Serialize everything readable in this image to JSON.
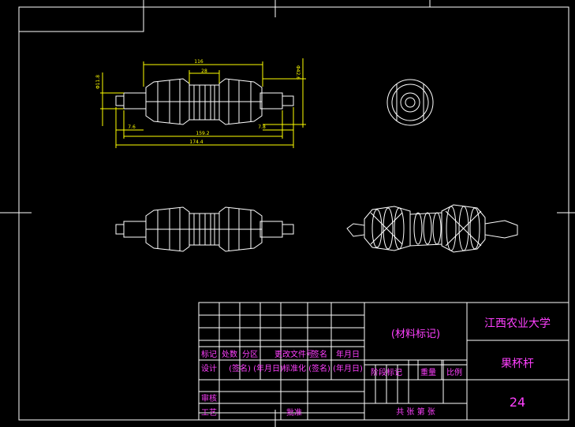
{
  "colors": {
    "background": "#000000",
    "frame": "#ffffff",
    "dimension": "#ffff00",
    "titleblock_text": "#ff40ff",
    "drawing": "#ffffff"
  },
  "dimensions": {
    "total_length": "174.4",
    "body_length": "116",
    "mid_length": "159.2",
    "center_gap": "28",
    "left_shaft": "7.6",
    "right_shaft": "7.8",
    "dia_left": "Φ11.8",
    "dia_right": "Φ42.6"
  },
  "title_block": {
    "material": "(材料标记)",
    "university": "江西农业大学",
    "part_name": "果杯杆",
    "drawing_number": "24",
    "row_labels": {
      "mark": "标记",
      "count": "处数",
      "zone": "分区",
      "change_doc": "更改文件号",
      "sign": "签名",
      "date": "年月日"
    },
    "design_row": {
      "design": "设计",
      "sign": "(签名)",
      "date": "(年月日)",
      "standard": "标准化",
      "sign2": "(签名)",
      "date2": "(年月日)"
    },
    "stage_mark": "阶段标记",
    "weight": "重量",
    "scale": "比例",
    "review": "审核",
    "process": "工艺",
    "approve": "批准",
    "sheets": "共  张 第  张"
  }
}
